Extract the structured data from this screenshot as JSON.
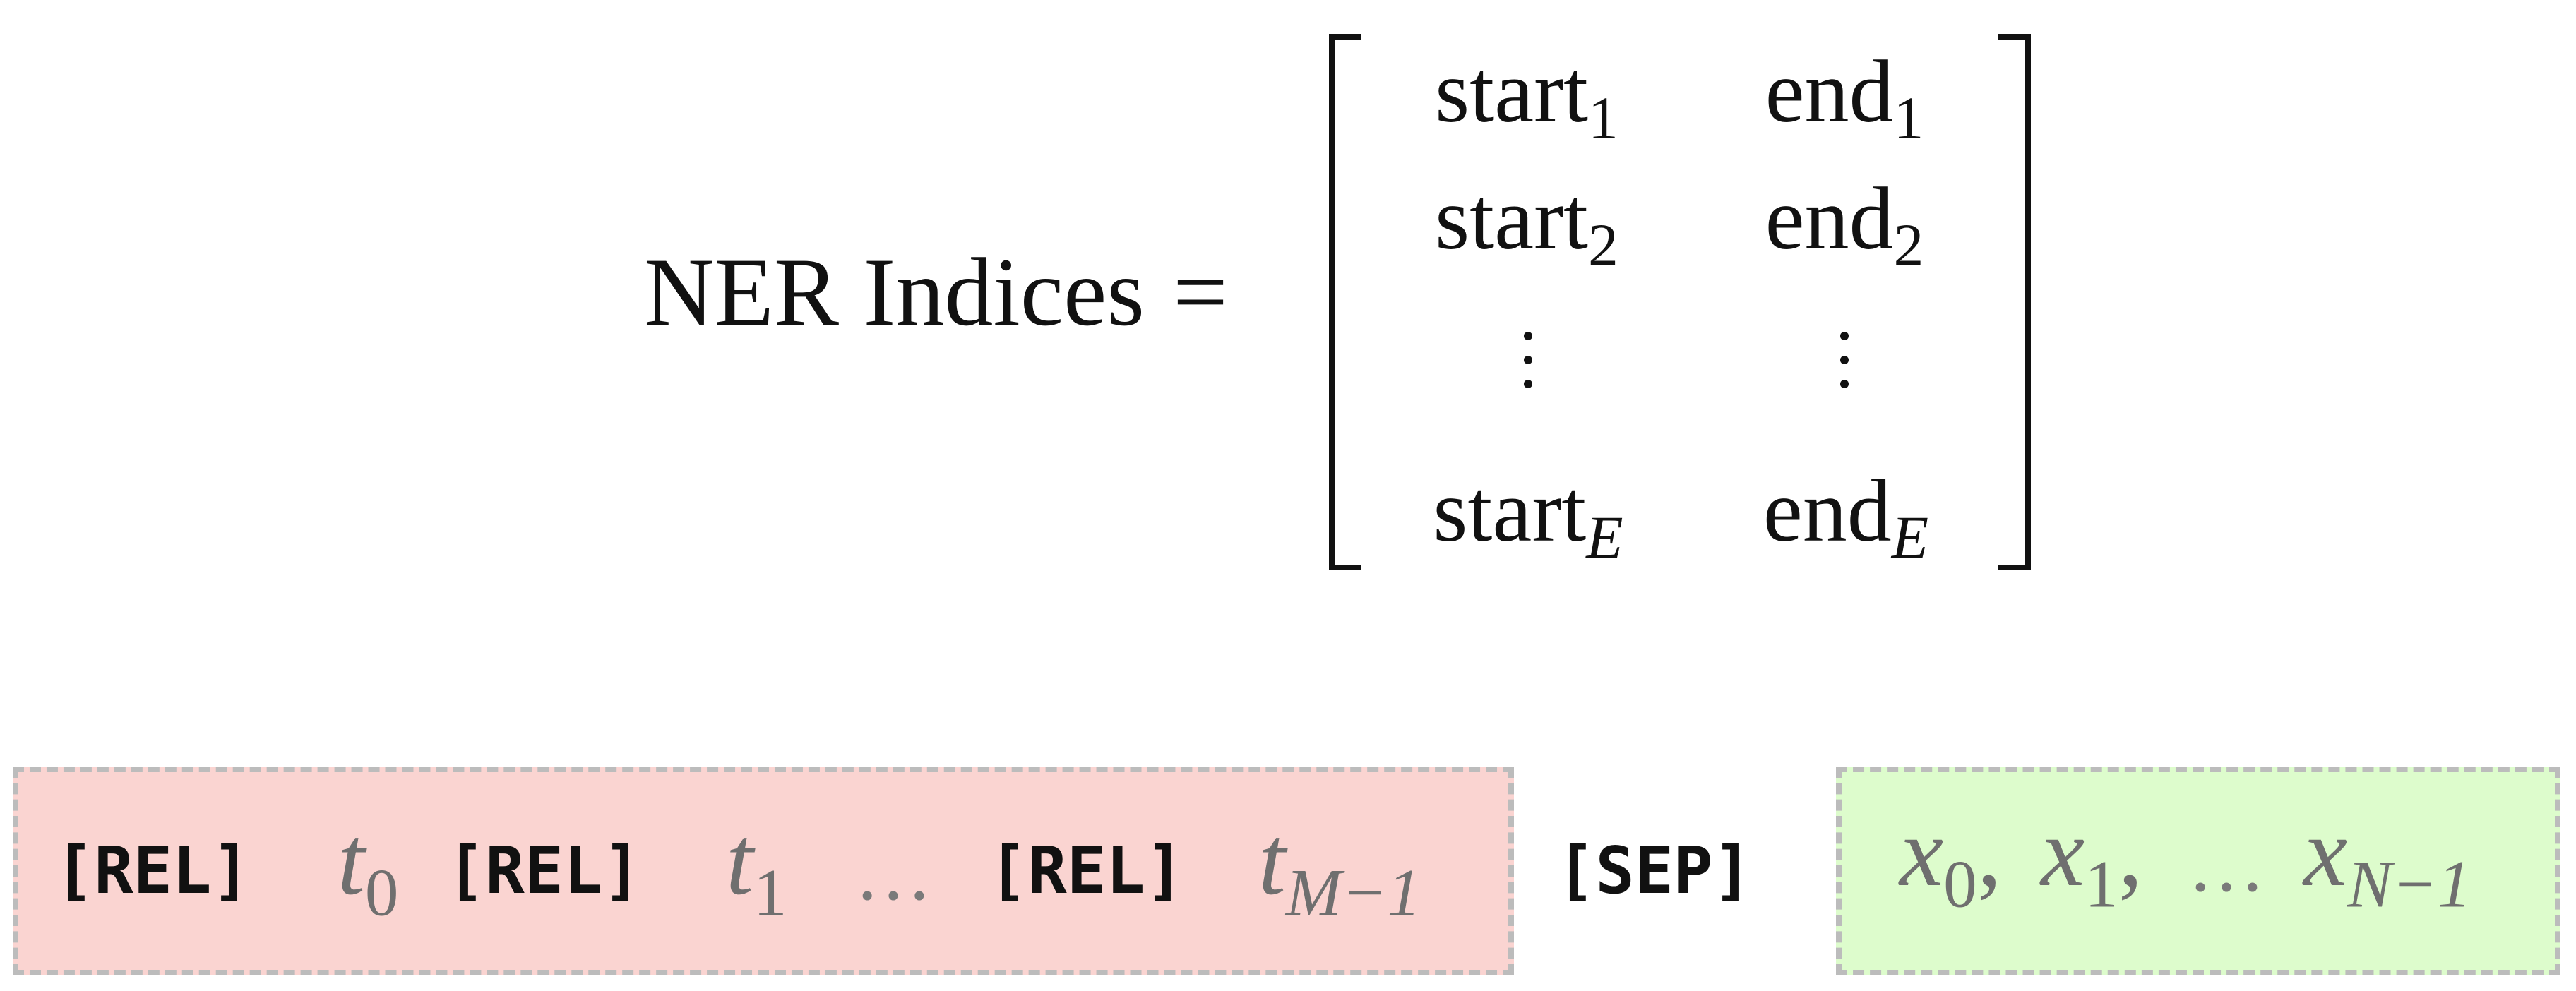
{
  "equation": {
    "lhs": "NER Indices",
    "equals": "=",
    "matrix": {
      "rows": [
        {
          "col1_base": "start",
          "col1_sub": "1",
          "col2_base": "end",
          "col2_sub": "1"
        },
        {
          "col1_base": "start",
          "col1_sub": "2",
          "col2_base": "end",
          "col2_sub": "2"
        },
        {
          "col1_base": "start",
          "col1_sub": "E",
          "col2_base": "end",
          "col2_sub": "E"
        }
      ],
      "ellipsis": "vertical-dots"
    }
  },
  "sequence": {
    "relation_segment": {
      "color": "#fad4d1",
      "tokens": [
        {
          "tag": "[REL]",
          "var": "t",
          "sub": "0"
        },
        {
          "tag": "[REL]",
          "var": "t",
          "sub": "1"
        },
        {
          "ellipsis": "…"
        },
        {
          "tag": "[REL]",
          "var": "t",
          "sub": "M−1"
        }
      ]
    },
    "separator": "[SEP]",
    "input_segment": {
      "color": "#ddfccc",
      "x0_var": "x",
      "x0_sub": "0",
      "comma1": ",",
      "x1_var": "x",
      "x1_sub": "1",
      "comma2": ",",
      "ellipsis": "…",
      "xn_var": "x",
      "xn_sub": "N−1"
    }
  }
}
